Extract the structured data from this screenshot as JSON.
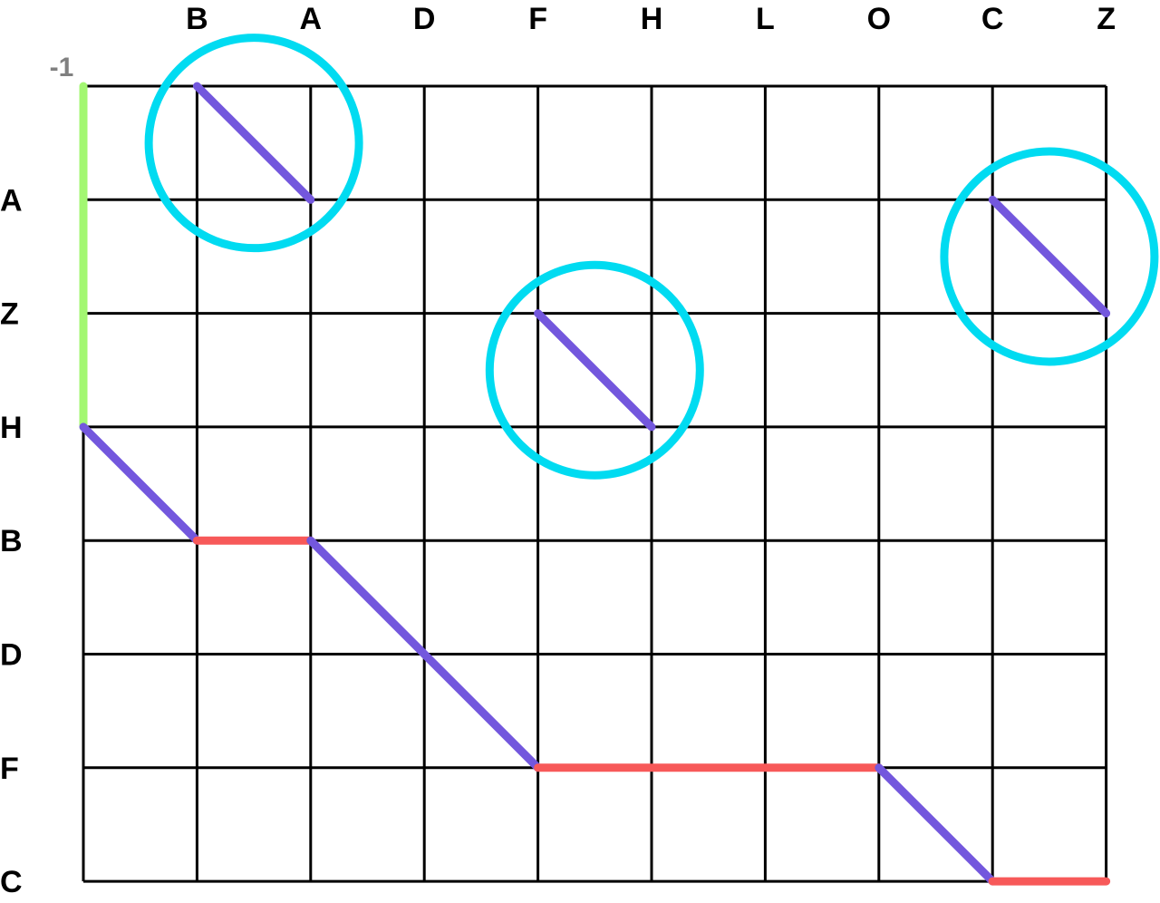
{
  "origin_label": "-1",
  "columns": [
    "B",
    "A",
    "D",
    "F",
    "H",
    "L",
    "O",
    "C",
    "Z"
  ],
  "rows": [
    "A",
    "Z",
    "H",
    "B",
    "D",
    "F",
    "C"
  ],
  "colors": {
    "grid": "#000000",
    "diagonal": "#7357dd",
    "horizontal": "#f75959",
    "vertical": "#a3f772",
    "circle": "#00dbf1"
  },
  "segments": [
    {
      "type": "vertical",
      "from": [
        0,
        0
      ],
      "to": [
        0,
        3
      ]
    },
    {
      "type": "diagonal",
      "from": [
        0,
        3
      ],
      "to": [
        1,
        4
      ]
    },
    {
      "type": "horizontal",
      "from": [
        1,
        4
      ],
      "to": [
        2,
        4
      ]
    },
    {
      "type": "diagonal",
      "from": [
        2,
        4
      ],
      "to": [
        4,
        6
      ]
    },
    {
      "type": "horizontal",
      "from": [
        4,
        6
      ],
      "to": [
        7,
        6
      ]
    },
    {
      "type": "diagonal",
      "from": [
        7,
        6
      ],
      "to": [
        8,
        7
      ]
    },
    {
      "type": "horizontal",
      "from": [
        8,
        7
      ],
      "to": [
        9,
        7
      ]
    },
    {
      "type": "diagonal",
      "from": [
        1,
        0
      ],
      "to": [
        2,
        1
      ]
    },
    {
      "type": "diagonal",
      "from": [
        4,
        2
      ],
      "to": [
        5,
        3
      ]
    },
    {
      "type": "diagonal",
      "from": [
        8,
        1
      ],
      "to": [
        9,
        2
      ]
    }
  ],
  "circles": [
    {
      "center": [
        1.5,
        0.5
      ]
    },
    {
      "center": [
        4.5,
        2.5
      ]
    },
    {
      "center": [
        8.5,
        1.5
      ]
    }
  ]
}
